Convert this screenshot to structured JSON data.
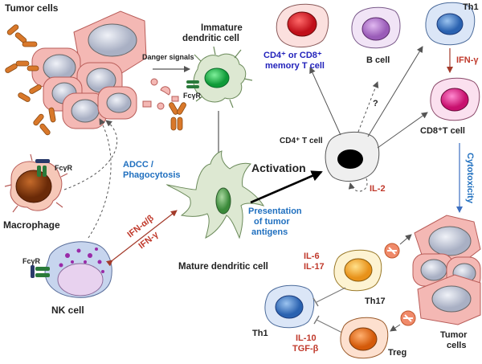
{
  "labels": {
    "tumor_cells_top": "Tumor cells",
    "immature_dc_1": "Immature",
    "immature_dc_2": "dendritic cell",
    "danger_signals": "Danger signals",
    "fcyr_dc": "FcγR",
    "fcyr_mac": "FcγR",
    "fcyr_nk": "FcγR",
    "adcc_1": "ADCC /",
    "adcc_2": "Phagocytosis",
    "macrophage": "Macrophage",
    "nk_cell": "NK cell",
    "ifn_ab": "IFN-α/β",
    "ifn_g_dc": "IFN-γ",
    "mature_dc": "Mature dendritic cell",
    "activation": "Activation",
    "presentation_1": "Presentation",
    "presentation_2": "of tumor",
    "presentation_3": "antigens",
    "cd4_t": "CD4⁺ T cell",
    "il2": "IL-2",
    "memory_1": "CD4⁺ or CD8⁺",
    "memory_2": "memory T cell",
    "b_cell": "B cell",
    "question": "?",
    "th1_top": "Th1",
    "ifn_g_th1": "IFN-γ",
    "cd8_t": "CD8⁺T cell",
    "cytotoxicity": "Cytotoxicity",
    "il6": "IL-6",
    "il17": "IL-17",
    "th17": "Th17",
    "th1_bottom": "Th1",
    "il10": "IL-10",
    "tgfb": "TGF-β",
    "treg": "Treg",
    "tumor_cells_br_1": "Tumor",
    "tumor_cells_br_2": "cells"
  },
  "colors": {
    "tumor": "#f4b8b4",
    "tumor_nucleus": "#c9cfe0",
    "dc": "#dde8d2",
    "dc_nucleus": "#1cb84a",
    "macrophage": "#f6c8b8",
    "mac_nucleus": "#8b3a0e",
    "nk": "#c7d5ee",
    "nk_nucleus": "#e8d2ef",
    "antibody": "#d9782a",
    "memory_nucleus": "#d81e2a",
    "bcell_nucleus": "#b07ac6",
    "th1_nucleus": "#3c78c8",
    "cd8_nucleus": "#e0168a",
    "th17_nucleus": "#f2a81e",
    "treg_nucleus": "#e06a10",
    "cd4_nucleus": "#000000",
    "inhibit_circle": "#f08a6a"
  }
}
